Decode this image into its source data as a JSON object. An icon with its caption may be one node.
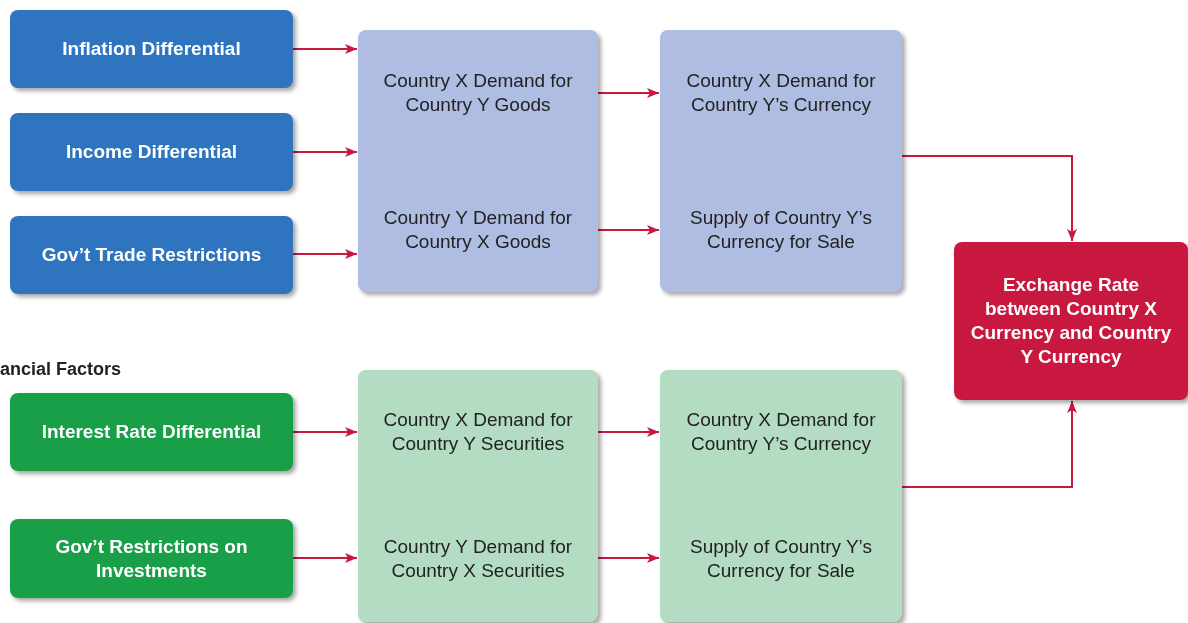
{
  "diagram": {
    "nodes": [
      {
        "text": [
          "Inflation Differential"
        ]
      },
      {
        "text": [
          "Income Differential"
        ]
      },
      {
        "text": [
          "Gov’t Trade Restrictions"
        ]
      },
      {
        "text": [],
        "shape": "box"
      },
      {
        "text": [
          "Country X Demand for Country Y Goods"
        ],
        "in": 3
      },
      {
        "text": [
          "Country Y Demand for Country X Goods"
        ],
        "in": 3
      },
      {
        "text": [],
        "shape": "box"
      },
      {
        "text": [
          "Country X Demand for Country Y’s Currency"
        ],
        "in": 6
      },
      {
        "text": [
          "Supply of Country Y’s Currency for Sale"
        ],
        "in": 6
      },
      {
        "text": [
          "Exchange Rate between Country X Currency and Country Y Currency"
        ]
      },
      {
        "text": [
          "Interest Rate Differential"
        ]
      },
      {
        "text": [
          "Gov’t Restrictions on Investments"
        ]
      },
      {
        "text": [],
        "shape": "box"
      },
      {
        "text": [
          "Country X Demand for Country Y Securities"
        ],
        "in": 12
      },
      {
        "text": [
          "Country Y Demand for Country X Securities"
        ],
        "in": 12
      },
      {
        "text": [],
        "shape": "box"
      },
      {
        "text": [
          "Country X Demand for Country Y’s Currency"
        ],
        "in": 15
      },
      {
        "text": [
          "Supply of Country Y’s Currency for Sale"
        ],
        "in": 15
      }
    ],
    "edges": [
      {
        "from": 0,
        "to": 3,
        "arrow": "to"
      },
      {
        "from": 1,
        "to": 3,
        "arrow": "to"
      },
      {
        "from": 2,
        "to": 3,
        "arrow": "to"
      },
      {
        "from": 4,
        "to": 7,
        "arrow": "to"
      },
      {
        "from": 5,
        "to": 8,
        "arrow": "to"
      },
      {
        "from": 6,
        "to": 9,
        "arrow": "to"
      },
      {
        "from": 10,
        "to": 12,
        "arrow": "to"
      },
      {
        "from": 11,
        "to": 12,
        "arrow": "to"
      },
      {
        "from": 13,
        "to": 16,
        "arrow": "to"
      },
      {
        "from": 14,
        "to": 17,
        "arrow": "to"
      },
      {
        "from": 15,
        "to": 9,
        "arrow": "to"
      }
    ],
    "labels": [
      "ancial Factors"
    ]
  }
}
